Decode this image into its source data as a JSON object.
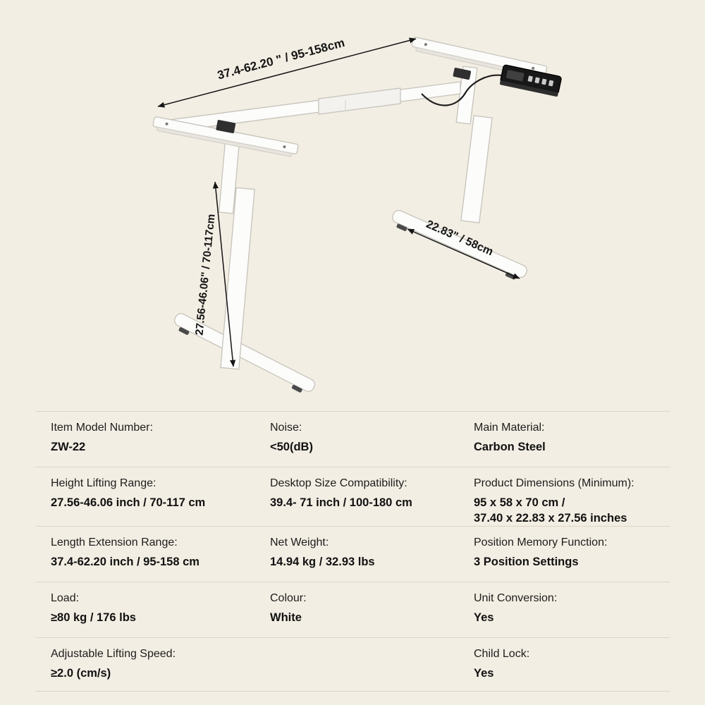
{
  "colors": {
    "background": "#f3eee3",
    "divider": "#dcd5c6",
    "frame_white": "#fcfcfa",
    "text": "#161616"
  },
  "diagram": {
    "width_label": "37.4-62.20 \" / 95-158cm",
    "height_label": "27.56-46.06\" / 70-117cm",
    "depth_label": "22.83\" / 58cm"
  },
  "spec_table": {
    "rows": [
      {
        "cells": [
          {
            "label": "Item Model Number:",
            "value": "ZW-22"
          },
          {
            "label": "Noise:",
            "value": "<50(dB)"
          },
          {
            "label": "Main Material:",
            "value": "Carbon Steel"
          }
        ]
      },
      {
        "cells": [
          {
            "label": "Height Lifting Range:",
            "value": "27.56-46.06 inch / 70-117 cm"
          },
          {
            "label": "Desktop Size Compatibility:",
            "value": "39.4- 71 inch / 100-180 cm"
          },
          {
            "label": "Product Dimensions (Minimum):",
            "value": "95 x 58 x 70 cm /\n37.40 x 22.83 x 27.56 inches"
          }
        ]
      },
      {
        "cells": [
          {
            "label": "Length Extension Range:",
            "value": "37.4-62.20 inch / 95-158 cm"
          },
          {
            "label": "Net Weight:",
            "value": "14.94 kg / 32.93 lbs"
          },
          {
            "label": "Position Memory Function:",
            "value": "3 Position Settings"
          }
        ]
      },
      {
        "cells": [
          {
            "label": "Load:",
            "value": "≥80 kg / 176 lbs"
          },
          {
            "label": "Colour:",
            "value": "White"
          },
          {
            "label": "Unit Conversion:",
            "value": "Yes"
          }
        ]
      },
      {
        "cells": [
          {
            "label": "Adjustable Lifting Speed:",
            "value": "≥2.0 (cm/s)"
          },
          {
            "label": "",
            "value": ""
          },
          {
            "label": "Child Lock:",
            "value": "Yes"
          }
        ]
      }
    ]
  }
}
